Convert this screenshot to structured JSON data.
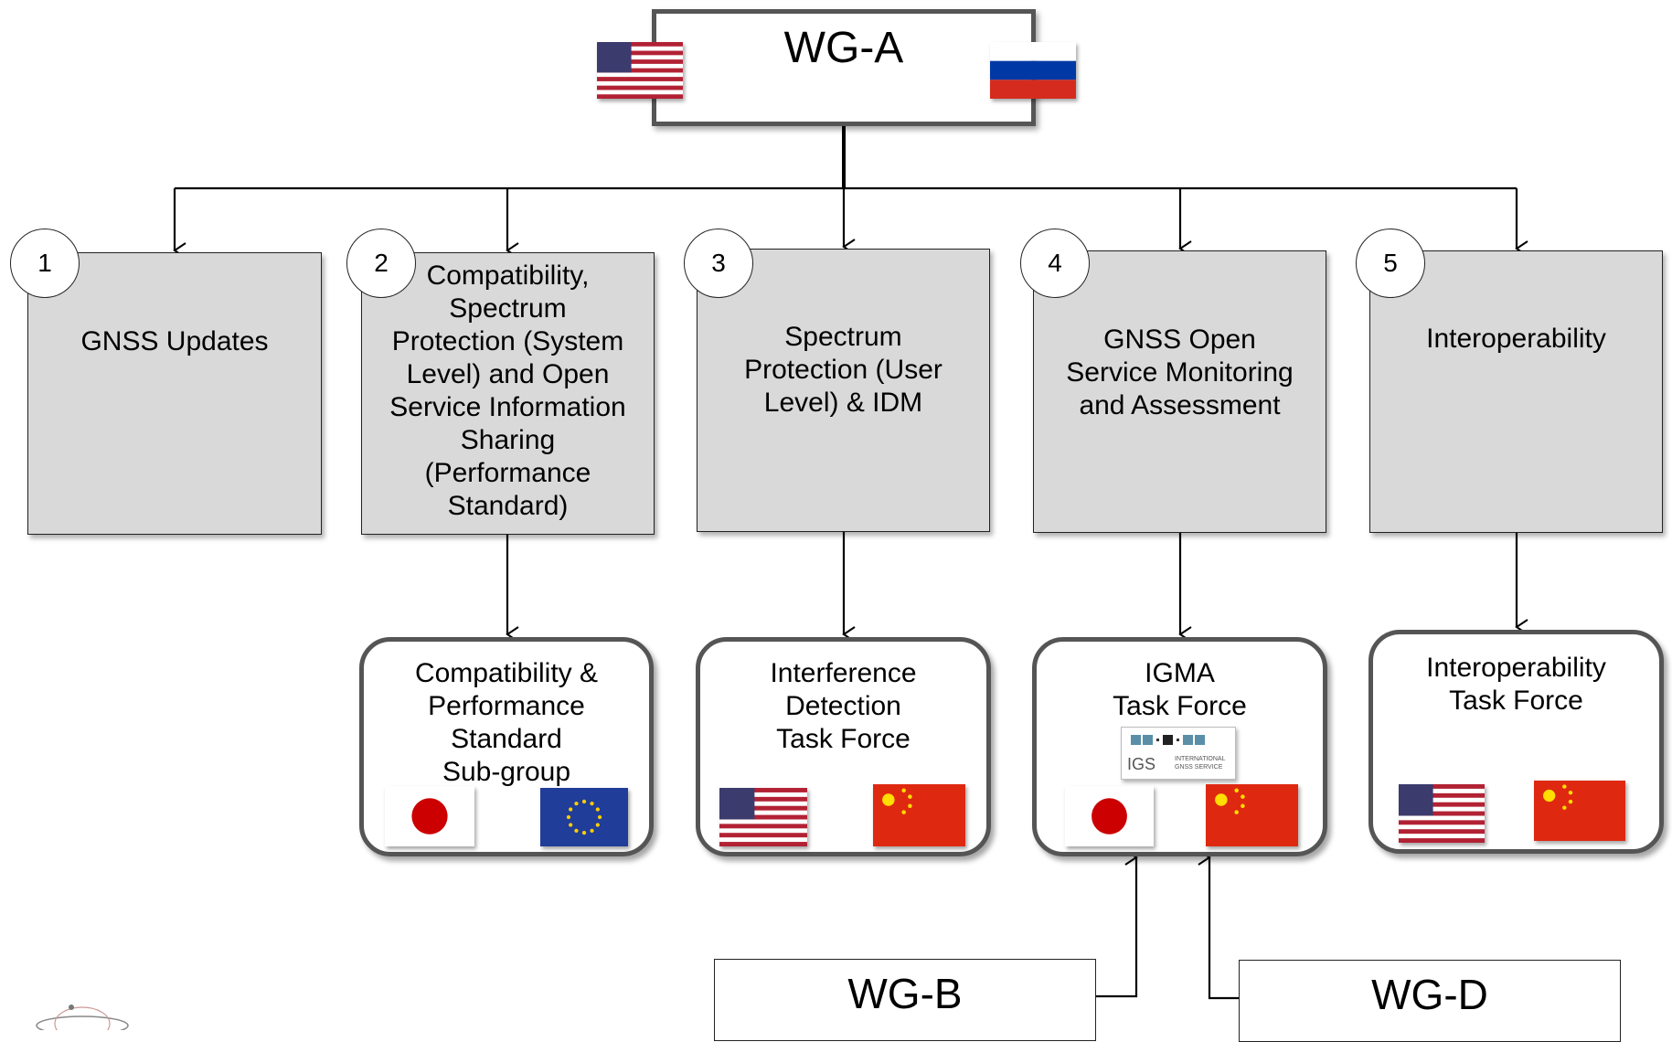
{
  "top": {
    "title": "WG-A"
  },
  "groups": [
    {
      "number": "1",
      "lines": [
        "GNSS Updates"
      ]
    },
    {
      "number": "2",
      "lines": [
        "Compatibility,",
        "Spectrum",
        "Protection (System",
        "Level) and Open",
        "Service Information",
        "Sharing",
        "(Performance",
        "Standard)"
      ]
    },
    {
      "number": "3",
      "lines": [
        "Spectrum",
        "Protection (User",
        "Level) & IDM"
      ]
    },
    {
      "number": "4",
      "lines": [
        "GNSS Open",
        "Service Monitoring",
        "and Assessment"
      ]
    },
    {
      "number": "5",
      "lines": [
        "Interoperability"
      ]
    }
  ],
  "task_forces": [
    {
      "lines": [
        "Compatibility &",
        "Performance",
        "Standard",
        "Sub-group"
      ],
      "flags": [
        "japan-flag",
        "eu-flag"
      ]
    },
    {
      "lines": [
        "Interference",
        "Detection",
        "Task Force"
      ],
      "flags": [
        "usa-flag",
        "china-flag"
      ]
    },
    {
      "lines": [
        "IGMA",
        "Task Force"
      ],
      "flags": [
        "japan-flag",
        "china-flag"
      ],
      "logo": {
        "short": "IGS",
        "long": [
          "INTERNATIONAL",
          "GNSS SERVICE"
        ]
      }
    },
    {
      "lines": [
        "Interoperability",
        "Task Force"
      ],
      "flags": [
        "usa-flag",
        "china-flag"
      ]
    }
  ],
  "bottom_boxes": [
    {
      "title": "WG-B"
    },
    {
      "title": "WG-D"
    }
  ],
  "colors": {
    "box_fill": "#d9d9d9",
    "frame_border": "#555555",
    "flag_red": "#cc0000",
    "eu_blue": "#1f3d99"
  }
}
